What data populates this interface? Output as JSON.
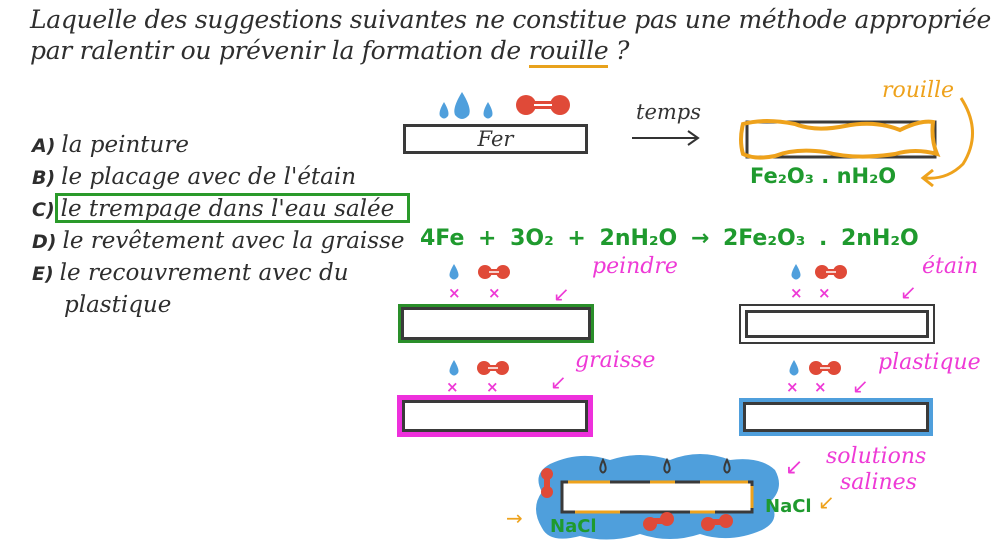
{
  "question": {
    "line1": "Laquelle des suggestions suivantes ne constitue pas une méthode appropriée",
    "line2_pre": "par ralentir ou prévenir la formation de ",
    "line2_keyword": "rouille",
    "line2_post": " ?"
  },
  "options": [
    {
      "letter": "A)",
      "text": "la peinture"
    },
    {
      "letter": "B)",
      "text": "le placage avec de l'étain"
    },
    {
      "letter": "C)",
      "text": "le trempage dans l'eau salée",
      "highlighted": true
    },
    {
      "letter": "D)",
      "text": "le revêtement avec la graisse"
    },
    {
      "letter": "E)",
      "text": "le recouvrement avec du"
    },
    {
      "letter": "",
      "text": "plastique"
    }
  ],
  "top_diagram": {
    "iron_label": "Fer",
    "arrow_label": "temps",
    "rust_label": "rouille",
    "rust_formula": "Fe₂O₃ . nH₂O"
  },
  "equation": "4Fe + 3O₂ + 2nH₂O → 2Fe₂O₃ . 2nH₂O",
  "methods": [
    {
      "label": "peindre",
      "border_color": "#2a8f2a"
    },
    {
      "label": "étain",
      "border_color": "#3a3a3a"
    },
    {
      "label": "graisse",
      "border_color": "#ee30dc"
    },
    {
      "label": "plastique",
      "border_color": "#4f9fdc"
    }
  ],
  "cross_mark": "×",
  "saline": {
    "label_line1": "solutions",
    "label_line2": "salines",
    "nacl_right": "NaCl",
    "nacl_left": "NaCl"
  },
  "colors": {
    "water": "#4f9fdc",
    "oxygen": "#e04a38",
    "rust": "#eea21c",
    "green": "#1f9a2e",
    "pink": "#ee3ad6",
    "ink": "#2e2e2e"
  }
}
